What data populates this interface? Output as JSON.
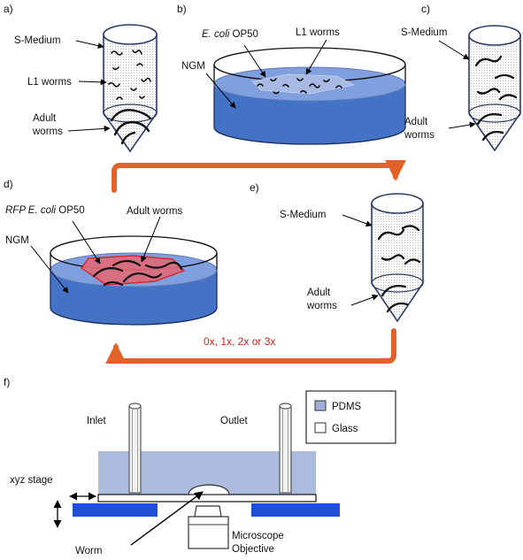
{
  "panels": {
    "a": {
      "letter": "a)",
      "s_medium": "S-Medium",
      "l1_worms": "L1 worms",
      "adult_line1": "Adult",
      "adult_line2": "worms"
    },
    "b": {
      "letter": "b)",
      "ecoli_italic": "E. coli",
      "ecoli_rest": " OP50",
      "l1_worms": "L1 worms",
      "ngm": "NGM"
    },
    "c": {
      "letter": "c)",
      "s_medium": "S-Medium",
      "adult_line1": "Adult",
      "adult_line2": "worms"
    },
    "d": {
      "letter": "d)",
      "rfp_ecoli_italic": "RFP E. coli",
      "rfp_rest": " OP50",
      "adult_worms": "Adult worms",
      "ngm": "NGM"
    },
    "e": {
      "letter": "e)",
      "s_medium": "S-Medium",
      "adult_line1": "Adult",
      "adult_line2": "worms"
    },
    "cycle": {
      "label": "0x, 1x, 2x or 3x"
    },
    "f": {
      "letter": "f)",
      "inlet": "Inlet",
      "outlet": "Outlet",
      "xyz_stage": "xyz stage",
      "worm": "Worm",
      "microscope_line1": "Microscope",
      "microscope_line2": "Objective",
      "legend_pdms": "PDMS",
      "legend_glass": "Glass"
    }
  },
  "colors": {
    "media_blue": "#4472c4",
    "pdms": "#9fb0d8",
    "stage_blue": "#1f4fd8",
    "arrow_orange": "#e2622a",
    "bacteria_red": "#e06a7a",
    "bacteria_edge": "#d22",
    "label_red": "#c0271d"
  }
}
